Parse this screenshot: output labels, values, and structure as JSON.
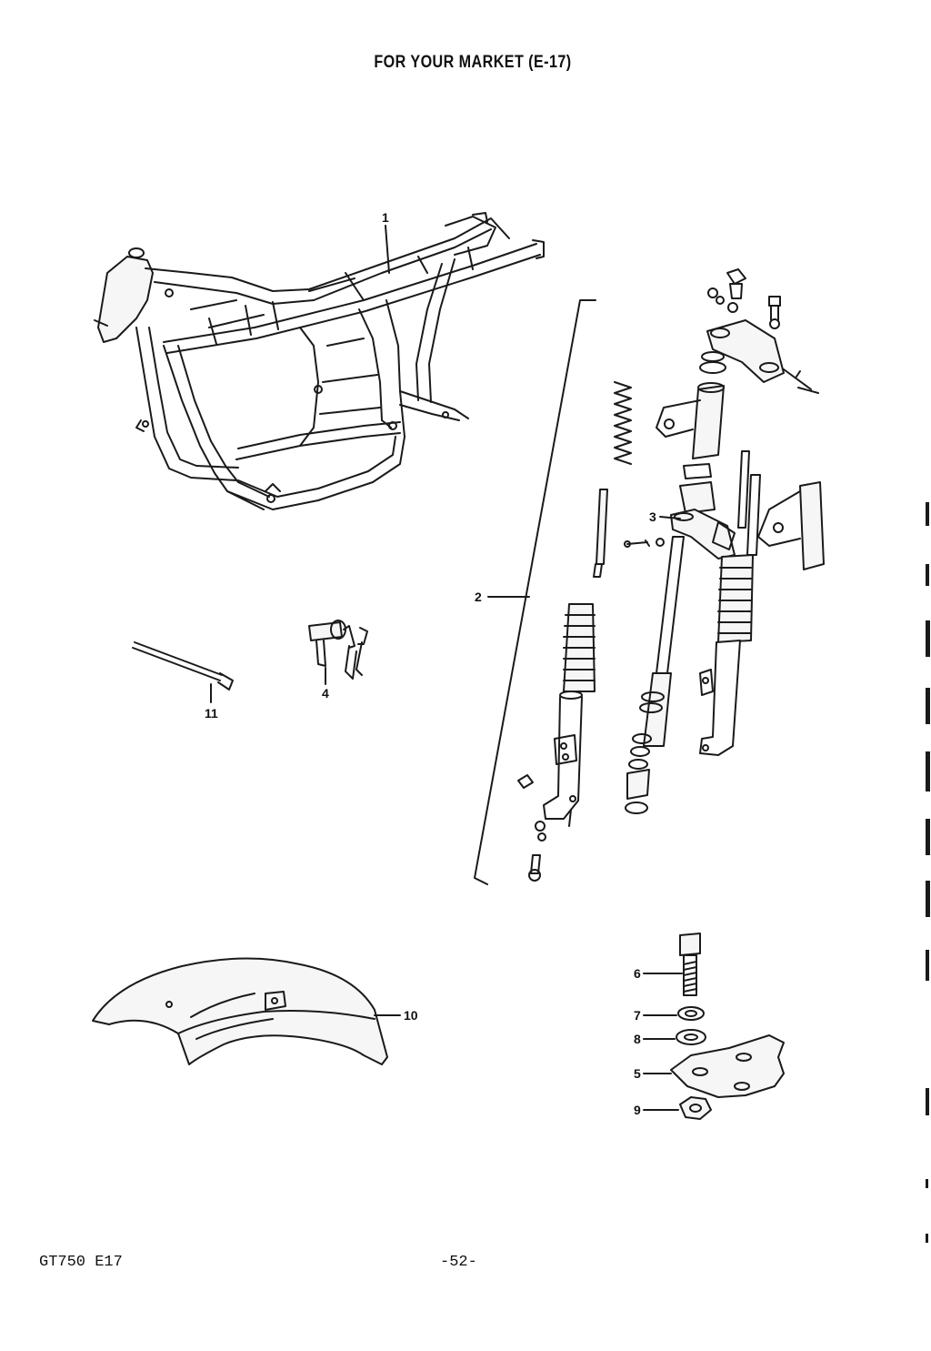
{
  "header": {
    "title": "FOR YOUR MARKET (E-17)"
  },
  "callouts": {
    "c1": "1",
    "c2": "2",
    "c3": "3",
    "c4": "4",
    "c5": "5",
    "c6": "6",
    "c7": "7",
    "c8": "8",
    "c9": "9",
    "c10": "10",
    "c11": "11"
  },
  "footer": {
    "model_code": "GT750 E17",
    "page_number": "-52-"
  }
}
